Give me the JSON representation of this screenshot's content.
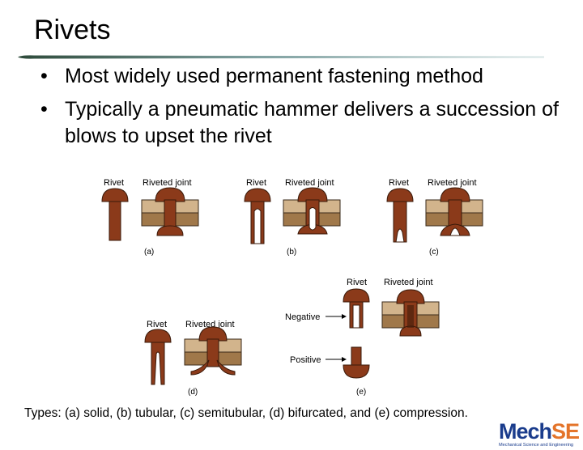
{
  "slide": {
    "title": "Rivets",
    "bullets": [
      "Most widely used permanent fastening method",
      "Typically a pneumatic hammer delivers a succession of blows to upset the rivet"
    ],
    "caption": "Types: (a) solid, (b) tubular, (c) semitubular, (d) bifurcated, and (e) compression."
  },
  "figure": {
    "rivet_label": "Rivet",
    "joint_label": "Riveted joint",
    "negative_label": "Negative",
    "positive_label": "Positive",
    "panels": [
      "(a)",
      "(b)",
      "(c)",
      "(d)",
      "(e)"
    ]
  },
  "logo": {
    "part1": "Mech",
    "part2": "SE",
    "subtitle": "Mechanical Science and Engineering"
  },
  "colors": {
    "rivet_brown": "#8b3a1a",
    "plate_light": "#d2b48c",
    "plate_dark": "#a0784a",
    "logo_blue": "#1a3c8c",
    "logo_orange": "#e4742a"
  }
}
